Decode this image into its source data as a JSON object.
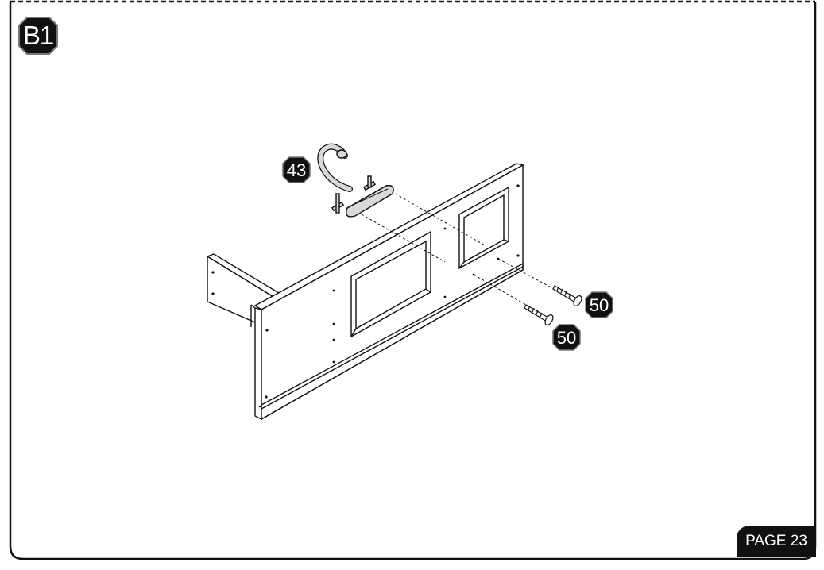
{
  "step": {
    "label": "B1"
  },
  "parts": [
    {
      "number": "43",
      "name": "handle"
    },
    {
      "number": "50",
      "name": "screw"
    },
    {
      "number": "50",
      "name": "screw"
    }
  ],
  "footer": {
    "page_label": "PAGE 23"
  },
  "colors": {
    "ink": "#111111",
    "paper": "#ffffff",
    "part_fill": "#d9d9d9"
  }
}
